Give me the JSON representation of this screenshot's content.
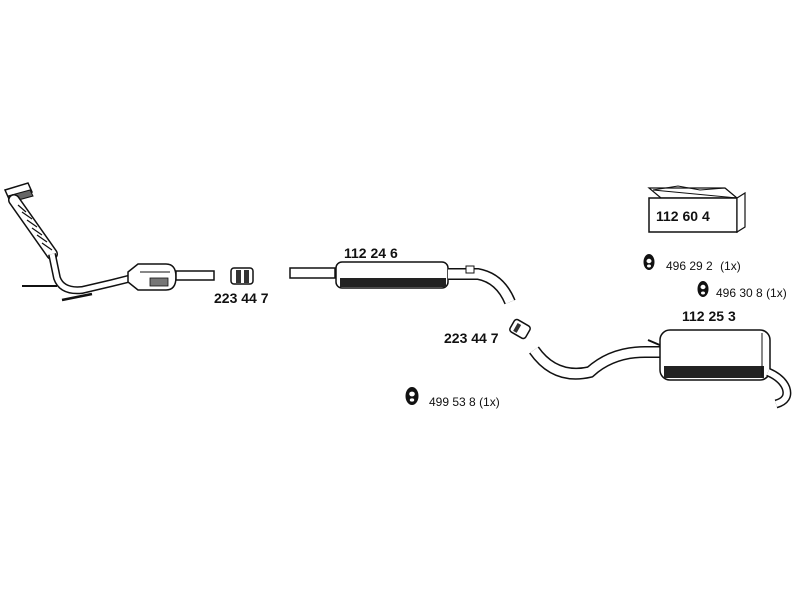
{
  "parts": {
    "front_clamp": {
      "number": "223 44 7"
    },
    "middle_silencer": {
      "number": "112 24 6"
    },
    "middle_clamp": {
      "number": "223 44 7"
    },
    "rear_silencer": {
      "number": "112 25 3"
    },
    "mounting_kit": {
      "number": "112 60 4"
    },
    "rubber_mount_a": {
      "number": "496 29 2",
      "qty": "(1x)"
    },
    "rubber_mount_b": {
      "number": "496 30 8",
      "qty": "(1x)"
    },
    "rubber_mount_c": {
      "number": "499 53 8",
      "qty": "(1x)"
    }
  }
}
